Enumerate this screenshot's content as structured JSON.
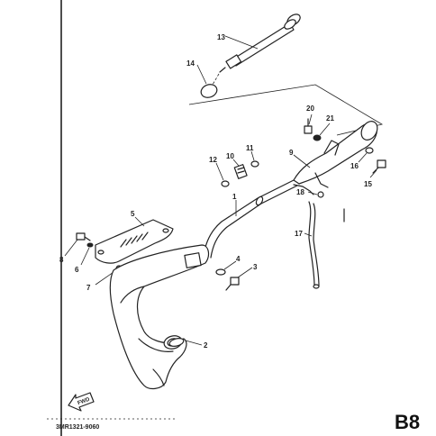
{
  "diagram": {
    "part_labels": {
      "p1": "1",
      "p2": "2",
      "p3": "3",
      "p4": "4",
      "p5": "5",
      "p6": "6",
      "p7": "7",
      "p8": "8",
      "p9": "9",
      "p10": "10",
      "p11": "11",
      "p12": "12",
      "p13": "13",
      "p14": "14",
      "p15": "15",
      "p16": "16",
      "p17": "17",
      "p18": "18",
      "p20": "20",
      "p21": "21"
    },
    "direction_label": "FWD",
    "catalog_code": "3MR1321-9060",
    "page_marker": "B8"
  }
}
